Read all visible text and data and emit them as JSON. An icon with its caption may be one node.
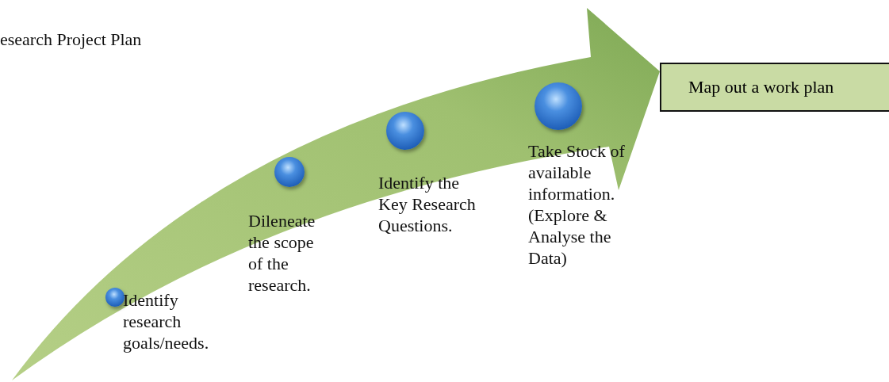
{
  "diagram": {
    "title": "esearch Project Plan",
    "nodes": [
      {
        "text": [],
        "shape": "circle",
        "beside": [
          "Identify research goals/needs."
        ]
      },
      {
        "text": [],
        "shape": "circle",
        "beside": [
          "Dileneate the scope of the research."
        ]
      },
      {
        "text": [],
        "shape": "circle",
        "beside": [
          "Identify the Key Research Questions."
        ]
      },
      {
        "text": [],
        "shape": "circle",
        "beside": [
          "Take Stock of available information. (Explore & Analyse the Data)"
        ]
      },
      {
        "text": [
          "Map out a work plan"
        ]
      }
    ]
  }
}
